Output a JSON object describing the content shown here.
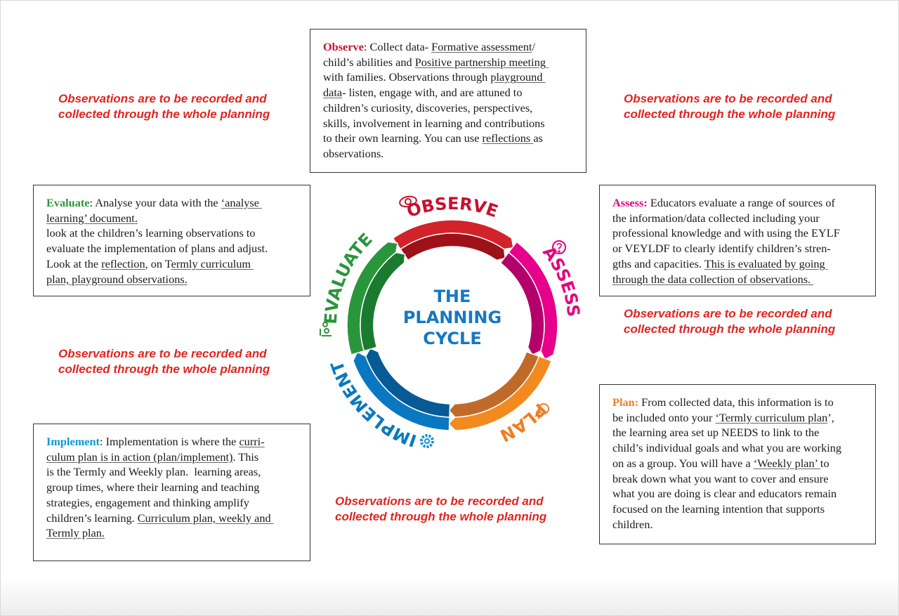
{
  "colors": {
    "observe": "#c8102e",
    "assess": "#e6007e",
    "plan": "#ef7d22",
    "implement": "#0a8fd6",
    "evaluate": "#2a963c",
    "note": "#e3231f",
    "cycle_title": "#1578c2"
  },
  "note_text": [
    "Observations are to be recorded and",
    "collected through the whole planning"
  ],
  "notes": [
    {
      "lines": [
        "Observations are to be recorded and",
        "collected through the whole planning"
      ]
    },
    {
      "lines": [
        "Observations are to be recorded and",
        "collected through the whole planning"
      ]
    },
    {
      "lines": [
        "Observations are to be recorded and",
        "collected through the whole planning"
      ]
    },
    {
      "lines": [
        "Observations are to be recorded and",
        "collected through the whole planning"
      ]
    },
    {
      "lines": [
        "Observations are to be recorded and",
        "collected through the whole planning"
      ]
    }
  ],
  "cycle": {
    "title": [
      "THE",
      "PLANNING",
      "CYCLE"
    ],
    "stages": [
      {
        "label": "OBSERVE",
        "icon": "eye-icon"
      },
      {
        "label": "ASSESS",
        "icon": "question-icon"
      },
      {
        "label": "PLAN",
        "icon": "lightbulb-icon"
      },
      {
        "label": "IMPLEMENT",
        "icon": "gear-icon"
      },
      {
        "label": "EVALUATE",
        "icon": "people-icon"
      }
    ]
  },
  "boxes": {
    "observe": {
      "heading_color": "#c8102e",
      "lines": [
        [
          {
            "t": "Observe",
            "h": 1
          },
          {
            "t": ": Collect data- "
          },
          {
            "t": "Formative assessment",
            "u": 1
          },
          {
            "t": "/"
          }
        ],
        [
          {
            "t": "child’s abilities and "
          },
          {
            "t": "Positive partnership meeting ",
            "u": 1
          }
        ],
        [
          {
            "t": "with families. Observations through "
          },
          {
            "t": "playground ",
            "u": 1
          }
        ],
        [
          {
            "t": "data",
            "u": 1
          },
          {
            "t": "- listen, engage with, and are attuned to"
          }
        ],
        [
          {
            "t": "children’s curiosity, discoveries, perspectives,"
          }
        ],
        [
          {
            "t": "skills, involvement in learning and contributions"
          }
        ],
        [
          {
            "t": "to their own learning. You can use "
          },
          {
            "t": "reflections ",
            "u": 1
          },
          {
            "t": "as"
          }
        ],
        [
          {
            "t": "observations."
          }
        ]
      ]
    },
    "evaluate": {
      "heading_color": "#2a963c",
      "lines": [
        [
          {
            "t": "Evaluate",
            "h": 1
          },
          {
            "t": ": Analyse your data with the "
          },
          {
            "t": "‘analyse ",
            "u": 1
          }
        ],
        [
          {
            "t": "learning’ document.",
            "u": 1
          }
        ],
        [
          {
            "t": "look at the children’s learning observations to"
          }
        ],
        [
          {
            "t": "evaluate the implementation of plans and adjust."
          }
        ],
        [
          {
            "t": "Look at the "
          },
          {
            "t": "reflection",
            "u": 1
          },
          {
            "t": ", on T"
          },
          {
            "t": "ermly curriculum ",
            "u": 1
          }
        ],
        [
          {
            "t": "plan, playground observations.",
            "u": 1
          }
        ]
      ]
    },
    "assess": {
      "heading_color": "#e6007e",
      "lines": [
        [
          {
            "t": "Assess:",
            "h": 1
          },
          {
            "t": " Educators evaluate a range of sources of"
          }
        ],
        [
          {
            "t": "the information/data collected including your"
          }
        ],
        [
          {
            "t": "professional knowledge and with using the EYLF"
          }
        ],
        [
          {
            "t": "or VEYLDF to clearly identify children’s stren-"
          }
        ],
        [
          {
            "t": "gths and capacities. "
          },
          {
            "t": "This is evaluated by going ",
            "u": 1
          }
        ],
        [
          {
            "t": "through the data collection of observations. ",
            "u": 1
          }
        ]
      ]
    },
    "implement": {
      "heading_color": "#0a9ad8",
      "lines": [
        [
          {
            "t": "Implement",
            "h": 1
          },
          {
            "t": ": Implementation is where the "
          },
          {
            "t": "curri-",
            "u": 1
          }
        ],
        [
          {
            "t": "culum plan is in action (plan/implement)",
            "u": 1
          },
          {
            "t": ". This"
          }
        ],
        [
          {
            "t": "is the Termly and Weekly plan.  learning areas,"
          }
        ],
        [
          {
            "t": "group times, where their learning and teaching"
          }
        ],
        [
          {
            "t": "strategies, engagement and thinking amplify"
          }
        ],
        [
          {
            "t": "children’s learning. "
          },
          {
            "t": "Curriculum plan, weekly and ",
            "u": 1
          }
        ],
        [
          {
            "t": "Termly plan.",
            "u": 1
          }
        ]
      ]
    },
    "plan": {
      "heading_color": "#ef7d22",
      "lines": [
        [
          {
            "t": "Plan:",
            "h": 1
          },
          {
            "t": " From collected data, this information is to"
          }
        ],
        [
          {
            "t": "be included onto your "
          },
          {
            "t": "‘Termly curriculum plan",
            "u": 1
          },
          {
            "t": "’,"
          }
        ],
        [
          {
            "t": "the learning area set up NEEDS to link to the"
          }
        ],
        [
          {
            "t": "child’s individual goals and what you are working"
          }
        ],
        [
          {
            "t": "on as a group. You will have a "
          },
          {
            "t": "‘Weekly plan’ ",
            "u": 1
          },
          {
            "t": "to"
          }
        ],
        [
          {
            "t": "break down what you want to cover and ensure"
          }
        ],
        [
          {
            "t": "what you are doing is clear and educators remain"
          }
        ],
        [
          {
            "t": "focused on the learning intention that supports"
          }
        ],
        [
          {
            "t": "children."
          }
        ]
      ]
    }
  }
}
